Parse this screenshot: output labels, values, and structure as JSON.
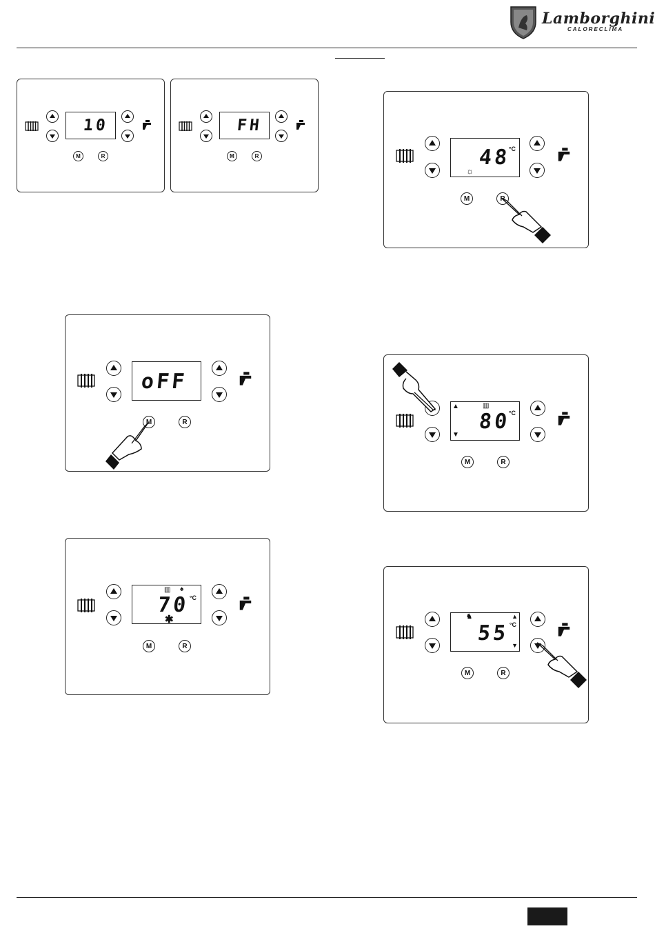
{
  "header": {
    "brand": "Lamborghini",
    "brand_sub": "CALORECLIMA"
  },
  "buttons": {
    "mode": "M",
    "reset": "R"
  },
  "panels": {
    "p1": {
      "display": "10"
    },
    "p2": {
      "display": "FH"
    },
    "p3": {
      "display": "48",
      "unit": "°C"
    },
    "p4": {
      "display": "oFF"
    },
    "p5": {
      "display": "80",
      "unit": "°C"
    },
    "p6": {
      "display": "70",
      "unit": "°C"
    },
    "p7": {
      "display": "55",
      "unit": "°C"
    }
  },
  "icons": {
    "heating": "radiator-icon",
    "dhw": "tap-icon",
    "hand": "hand-pointer-icon",
    "sun": "sun-icon",
    "snow": "asterisk-icon",
    "flame": "flame-icon"
  }
}
